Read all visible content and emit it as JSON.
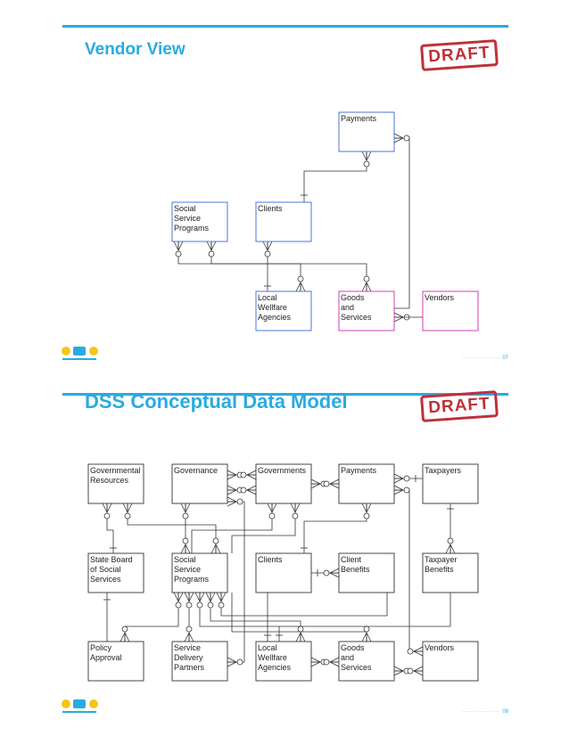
{
  "slides": [
    {
      "title": "Vendor View",
      "stamp": "DRAFT",
      "footer_text": "·· ····· ··· ········ ····",
      "page_number": "07",
      "entities": [
        {
          "id": "payments",
          "lines": [
            "Payments"
          ],
          "color": "#3a67d4"
        },
        {
          "id": "ssp",
          "lines": [
            "Social",
            "Service",
            "Programs"
          ],
          "color": "#3a67d4"
        },
        {
          "id": "clients",
          "lines": [
            "Clients"
          ],
          "color": "#3a67d4"
        },
        {
          "id": "lwa",
          "lines": [
            "Local",
            "Wellfare",
            "Agencies"
          ],
          "color": "#3a67d4"
        },
        {
          "id": "goods",
          "lines": [
            "Goods",
            "and",
            "Services"
          ],
          "color": "#cc2ea8"
        },
        {
          "id": "vendors",
          "lines": [
            "Vendors"
          ],
          "color": "#cc2ea8"
        }
      ]
    },
    {
      "title": "DSS Conceptual Data Model",
      "stamp": "DRAFT",
      "footer_text": "·· ····· ··· ········ ····",
      "page_number": "08",
      "entities": [
        {
          "id": "govres",
          "lines": [
            "Governmental",
            "Resources"
          ]
        },
        {
          "id": "governance",
          "lines": [
            "Governance"
          ]
        },
        {
          "id": "governments",
          "lines": [
            "Governments"
          ]
        },
        {
          "id": "payments",
          "lines": [
            "Payments"
          ]
        },
        {
          "id": "taxpayers",
          "lines": [
            "Taxpayers"
          ]
        },
        {
          "id": "stateboard",
          "lines": [
            "State Board",
            "of Social",
            "Services"
          ]
        },
        {
          "id": "ssp",
          "lines": [
            "Social",
            "Service",
            "Programs"
          ]
        },
        {
          "id": "clients",
          "lines": [
            "Clients"
          ]
        },
        {
          "id": "clientben",
          "lines": [
            "Client",
            "Benefits"
          ]
        },
        {
          "id": "taxben",
          "lines": [
            "Taxpayer",
            "Benefits"
          ]
        },
        {
          "id": "policy",
          "lines": [
            "Policy",
            "Approval"
          ]
        },
        {
          "id": "sdp",
          "lines": [
            "Service",
            "Delivery",
            "Partners"
          ]
        },
        {
          "id": "lwa",
          "lines": [
            "Local",
            "Wellfare",
            "Agencies"
          ]
        },
        {
          "id": "goods",
          "lines": [
            "Goods",
            "and",
            "Services"
          ]
        },
        {
          "id": "vendors",
          "lines": [
            "Vendors"
          ]
        }
      ]
    }
  ],
  "colors": {
    "accent": "#29abe2",
    "stamp": "#c0303a",
    "entity_default": "#333333",
    "entity_blue": "#3a67d4",
    "entity_magenta": "#cc2ea8",
    "footer": "#e8a23a"
  }
}
